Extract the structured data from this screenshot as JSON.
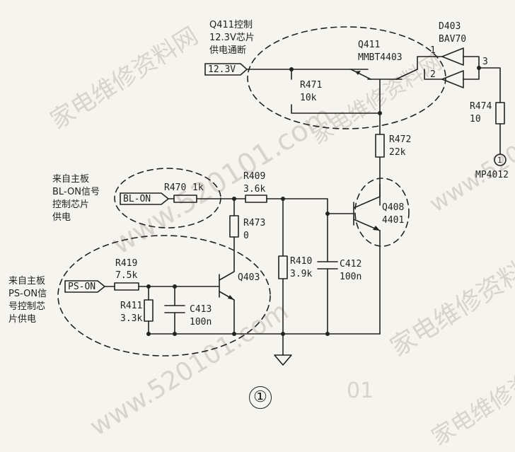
{
  "watermarks": [
    "家电维修资料网",
    "www.520101.com",
    "家电维修资料网",
    "www.520101.com",
    "家电维修资料网",
    "www.520101.com",
    "家电维修资料网",
    "01"
  ],
  "annotations": {
    "q411_note_line1": "Q411控制",
    "q411_note_line2": "12.3V芯片",
    "q411_note_line3": "供电通断",
    "bl_note_line1": "来自主板",
    "bl_note_line2": "BL-ON信号",
    "bl_note_line3": "控制芯片",
    "bl_note_line4": "供电",
    "ps_note_line1": "来自主板",
    "ps_note_line2": "PS-ON信",
    "ps_note_line3": "号控制芯",
    "ps_note_line4": "片供电"
  },
  "ports": {
    "v12": "12.3V",
    "bl_on": "BL-ON",
    "ps_on": "PS-ON"
  },
  "components": {
    "q411_ref": "Q411",
    "q411_part": "MMBT4403",
    "d403_ref": "D403",
    "d403_part": "BAV70",
    "d403_pin1": "1",
    "d403_pin2": "2",
    "d403_pin3": "3",
    "r471_ref": "R471",
    "r471_val": "10k",
    "r474_ref": "R474",
    "r474_val": "10",
    "mp_ref": "MP4012",
    "mp_pin": "1",
    "r472_ref": "R472",
    "r472_val": "22k",
    "r470_ref": "R470",
    "r470_val": "1k",
    "r409_ref": "R409",
    "r409_val": "3.6k",
    "q408_ref": "Q408",
    "q408_part": "4401",
    "r473_ref": "R473",
    "r473_val": "0",
    "r410_ref": "R410",
    "r410_val": "3.9k",
    "c412_ref": "C412",
    "c412_val": "100n",
    "r419_ref": "R419",
    "r419_val": "7.5k",
    "q403_ref": "Q403",
    "r411_ref": "R411",
    "r411_val": "3.3k",
    "c413_ref": "C413",
    "c413_val": "100n"
  },
  "figure_number": "①"
}
